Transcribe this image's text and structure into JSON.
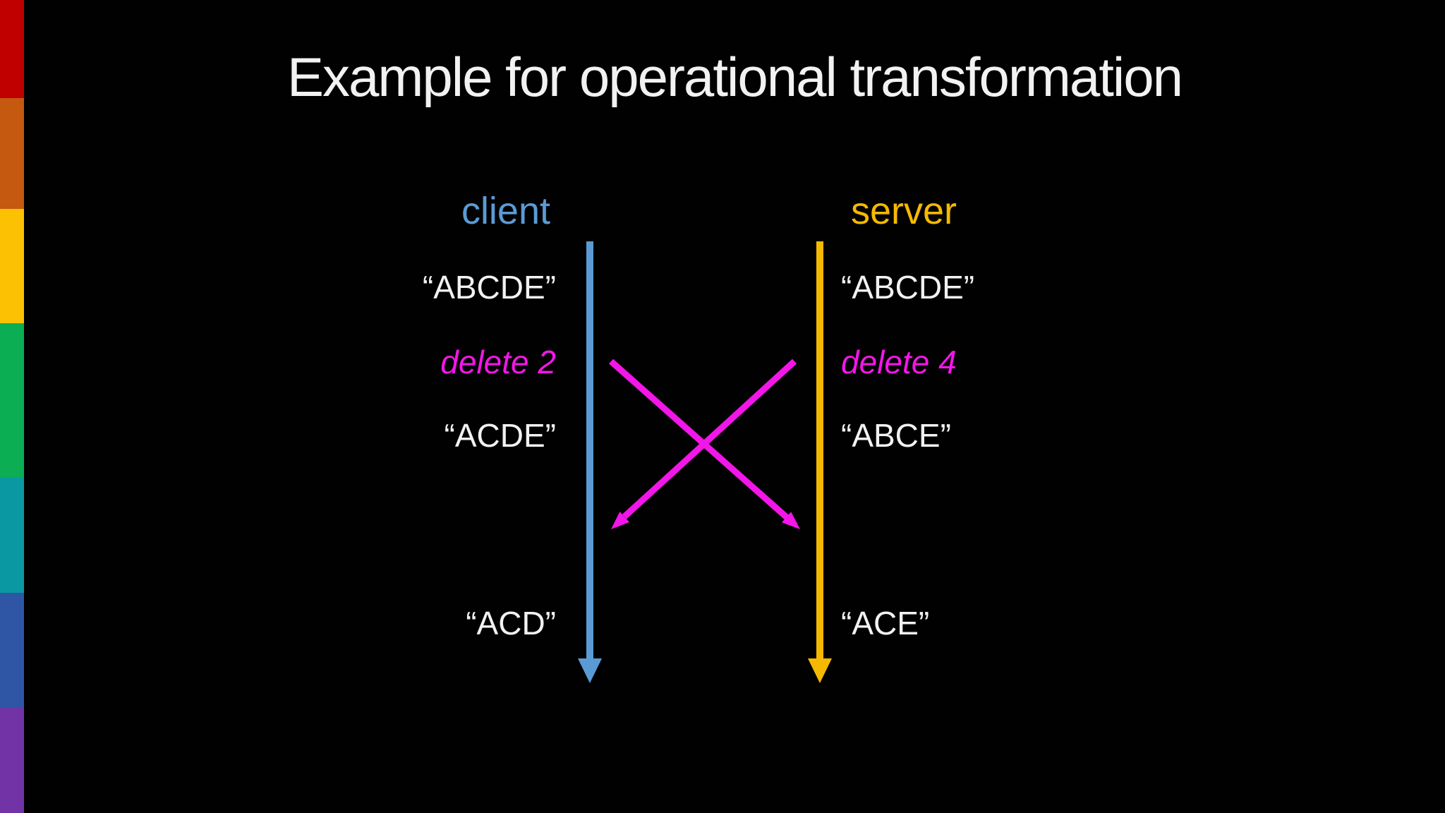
{
  "slide": {
    "title": "Example for operational transformation",
    "client": {
      "label": "client",
      "initial_state": "“ABCDE”",
      "operation": "delete 2",
      "state_after_own_op": "“ACDE”",
      "final_state": "“ACD”"
    },
    "server": {
      "label": "server",
      "initial_state": "“ABCDE”",
      "operation": "delete 4",
      "state_after_own_op": "“ABCE”",
      "final_state": "“ACE”"
    },
    "colors": {
      "background": "#010101",
      "text": "#f2f2f2",
      "client_accent": "#5b9bd5",
      "server_accent": "#f5b903",
      "operation_magenta": "#f316e8",
      "edge_bar": {
        "red": "#c00000",
        "orange": "#c4590f",
        "yellow": "#fcc103",
        "green": "#0bae52",
        "teal": "#0a99a2",
        "blue": "#2e56a4",
        "purple": "#7133a5"
      }
    }
  }
}
